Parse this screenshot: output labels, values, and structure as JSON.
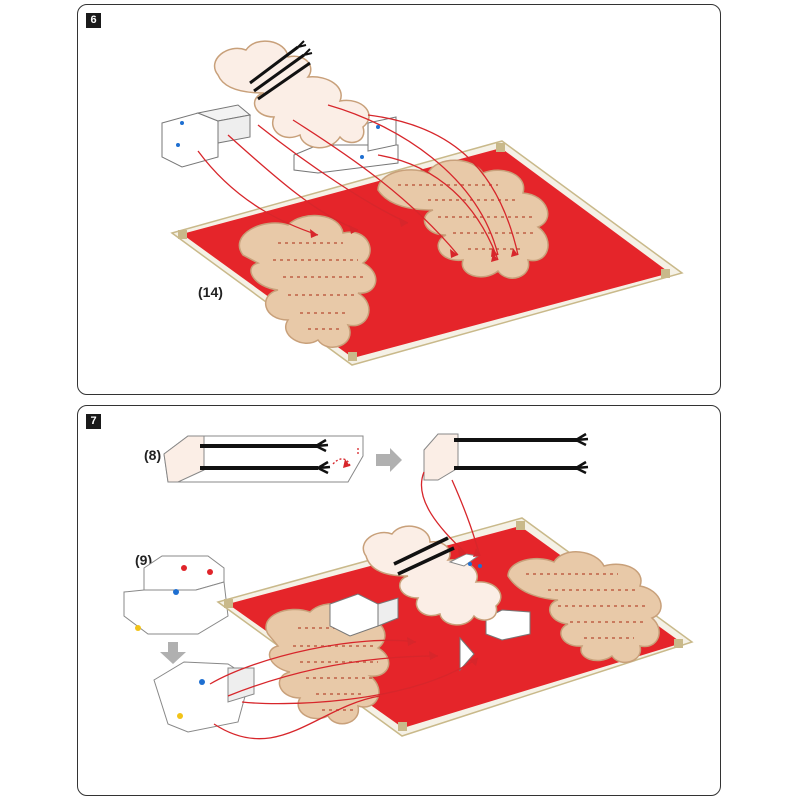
{
  "colors": {
    "mat_red": "#e5252a",
    "mat_frame": "#f5f1e6",
    "mat_border": "#c9b98a",
    "cloud_pattern": "#e8c9a8",
    "cloud_light": "#fbeee6",
    "cloud_outline": "#c8a07a",
    "arrow_red": "#d7262b",
    "arrow_gray": "#b0b0b0",
    "dot_blue": "#1e6fd1",
    "dot_red": "#e0242a",
    "dot_yellow": "#f2c318",
    "branch_black": "#111111",
    "panel_border": "#333333"
  },
  "steps": [
    {
      "number": "6",
      "parts": [
        {
          "label": "(14)",
          "icon": "red-mat-with-cloud-pattern"
        }
      ]
    },
    {
      "number": "7",
      "parts": [
        {
          "label": "(8)",
          "icon": "branch-stand"
        },
        {
          "label": "(9)",
          "icon": "folding-block"
        }
      ]
    }
  ]
}
